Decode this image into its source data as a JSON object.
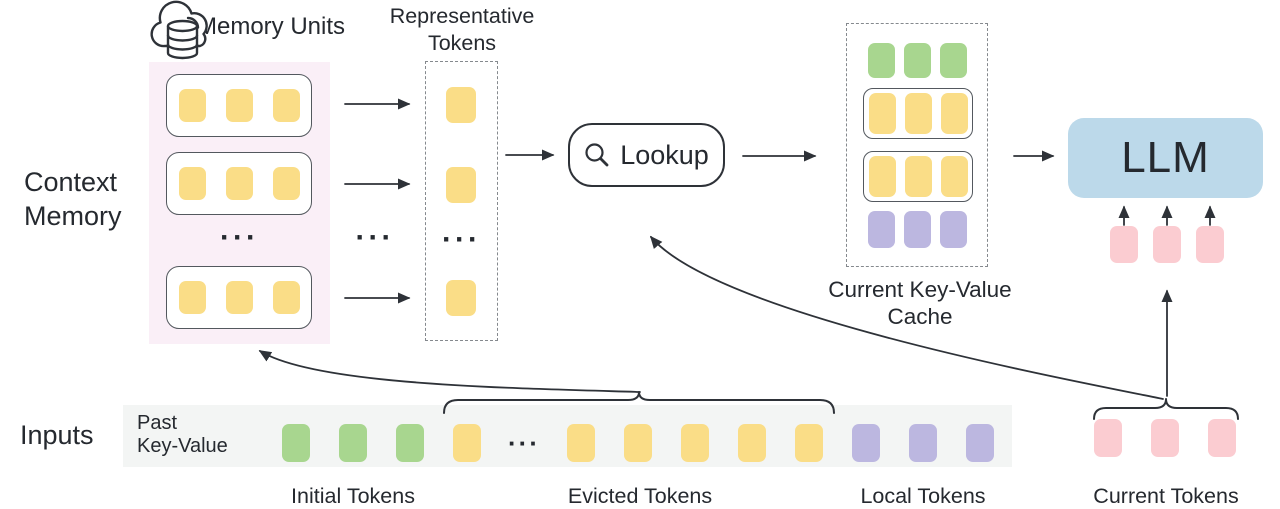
{
  "figure": {
    "context_memory": {
      "line1": "Context",
      "line2": "Memory"
    },
    "memory_units_label": "Memory Units",
    "representative_tokens": {
      "line1": "Representative",
      "line2": "Tokens"
    },
    "lookup_label": "Lookup",
    "current_kv_cache": {
      "line1": "Current Key-Value",
      "line2": "Cache"
    },
    "llm_label": "LLM",
    "inputs_label": "Inputs",
    "past_key_value": {
      "line1": "Past",
      "line2": "Key-Value"
    },
    "token_group_labels": {
      "initial": "Initial Tokens",
      "evicted": "Evicted Tokens",
      "local": "Local Tokens",
      "current": "Current Tokens"
    },
    "ellipsis": "···"
  },
  "icons": {
    "memory_units": "cloud-database-icon",
    "lookup": "magnifier-icon"
  },
  "colors": {
    "token_yellow": "#FADD87",
    "token_green": "#A8D68F",
    "token_purple": "#BCB7E0",
    "token_pink": "#FBCCD1",
    "llm_blue": "#BCD9EA",
    "memory_panel_pink": "#FAEFF7",
    "inputs_strip_gray": "#F3F5F4",
    "stroke_dark": "#2E3238",
    "text_dark": "#25292F",
    "box_border": "#53585E",
    "dash_border": "#85898E"
  },
  "token_groups": {
    "memory_row": {
      "count": 3,
      "color_var": "token-yellow",
      "w": 27,
      "h": 33,
      "gap": 20,
      "name": "memory-unit-token"
    },
    "rep_single": {
      "count": 1,
      "color_var": "token-yellow",
      "w": 30,
      "h": 36,
      "gap": 0,
      "name": "representative-token"
    },
    "cache_green": {
      "count": 3,
      "color_var": "token-green",
      "w": 27,
      "h": 35,
      "gap": 9,
      "name": "cache-initial-token"
    },
    "cache_yellow": {
      "count": 3,
      "color_var": "token-yellow",
      "w": 27,
      "h": 41,
      "gap": 9,
      "name": "cache-retrieved-token"
    },
    "cache_purple": {
      "count": 3,
      "color_var": "token-purple",
      "w": 27,
      "h": 37,
      "gap": 9,
      "name": "cache-local-token"
    },
    "llm_input": {
      "count": 3,
      "color_var": "token-pink",
      "w": 28,
      "h": 37,
      "gap": 15,
      "name": "llm-input-token"
    },
    "strip_initial": {
      "count": 3,
      "color_var": "token-green",
      "w": 28,
      "h": 38,
      "gap": 29,
      "name": "initial-token"
    },
    "strip_evicted_head": {
      "count": 1,
      "color_var": "token-yellow",
      "w": 28,
      "h": 38,
      "gap": 29,
      "name": "evicted-token"
    },
    "strip_evicted_tail": {
      "count": 5,
      "color_var": "token-yellow",
      "w": 28,
      "h": 38,
      "gap": 29,
      "name": "evicted-token"
    },
    "strip_local": {
      "count": 3,
      "color_var": "token-purple",
      "w": 28,
      "h": 38,
      "gap": 29,
      "name": "local-token"
    },
    "current_tokens": {
      "count": 3,
      "color_var": "token-pink",
      "w": 28,
      "h": 38,
      "gap": 29,
      "name": "current-token"
    }
  }
}
